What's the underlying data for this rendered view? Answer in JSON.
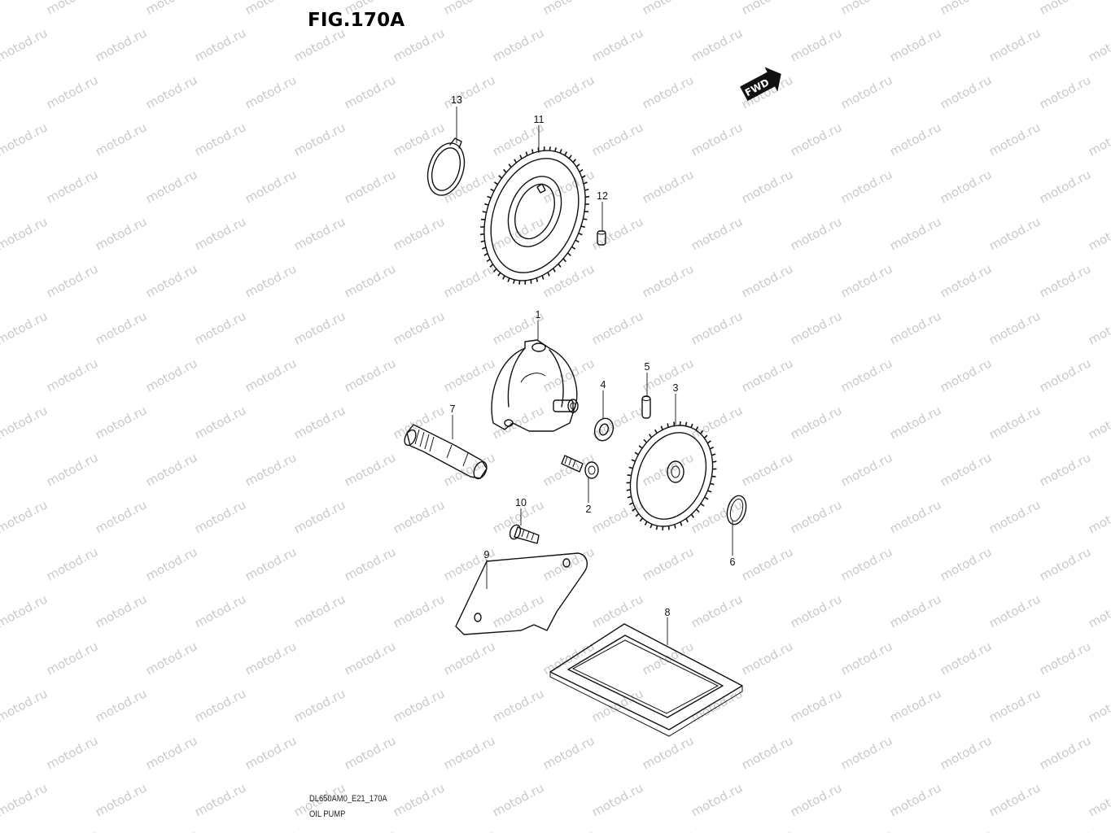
{
  "figure": {
    "title": "FIG.170A",
    "code": "DL650AM0_E21_170A",
    "name": "OIL PUMP",
    "fwd_label": "FWD",
    "watermark": "motod.ru"
  },
  "callouts": {
    "p1": "1",
    "p2": "2",
    "p3": "3",
    "p4": "4",
    "p5": "5",
    "p6": "6",
    "p7": "7",
    "p8": "8",
    "p9": "9",
    "p10": "10",
    "p11": "11",
    "p12": "12",
    "p13": "13"
  }
}
